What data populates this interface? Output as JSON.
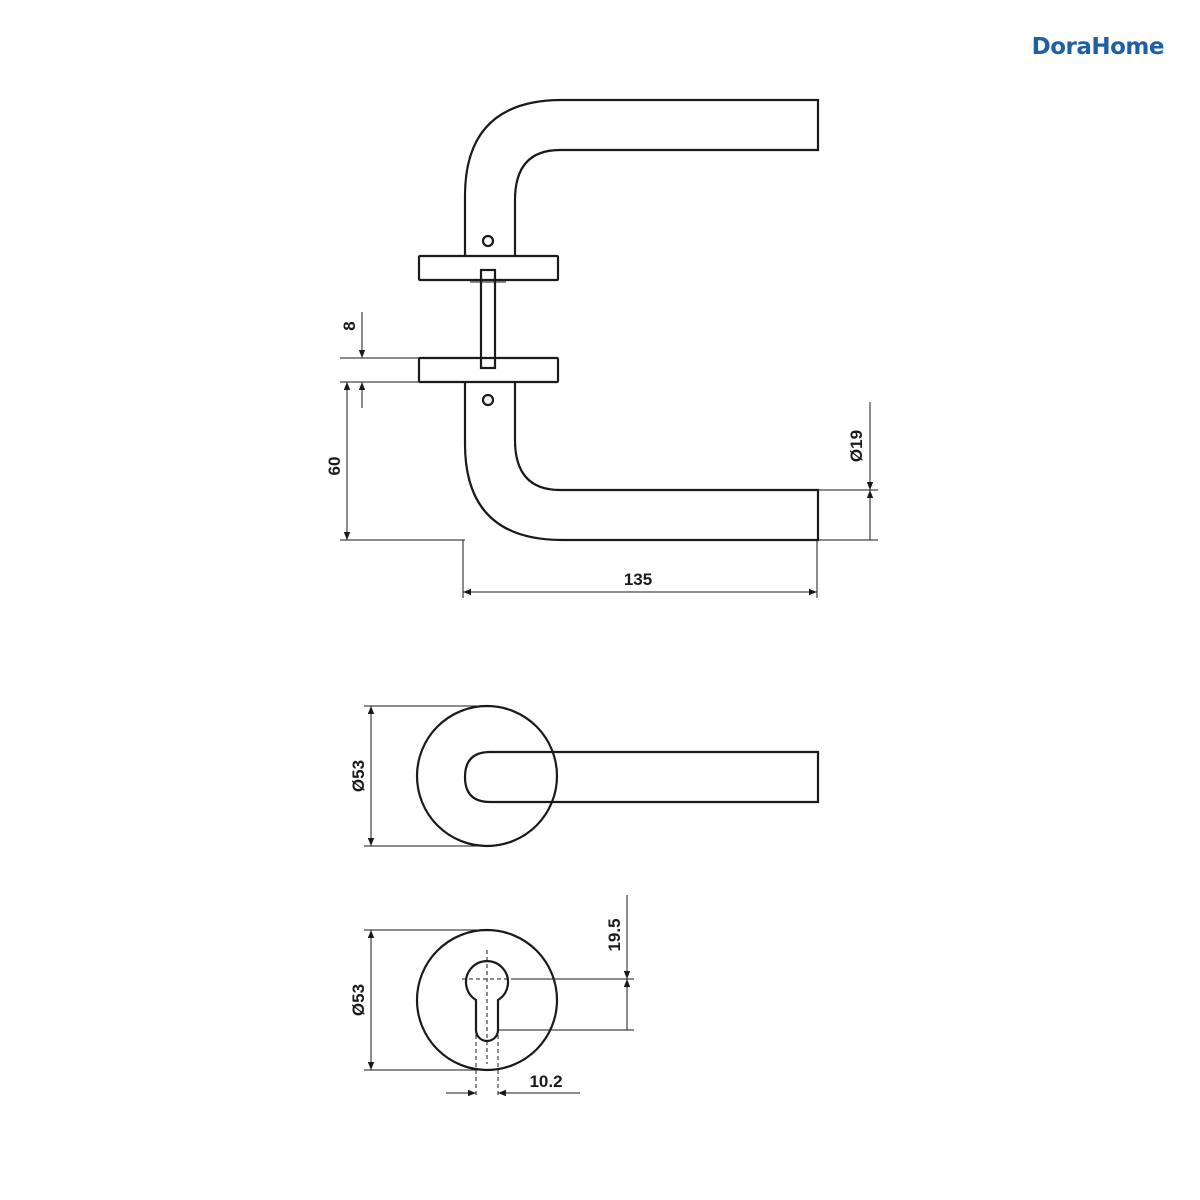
{
  "brand": {
    "logo_text": "DoraHome",
    "logo_color": "#1f5fa6"
  },
  "dimensions": {
    "rose_thickness": "8",
    "lever_height": "60",
    "lever_length": "135",
    "grip_diameter": "Ø19",
    "rose_diameter_top": "Ø53",
    "rose_diameter_bottom": "Ø53",
    "keyhole_offset": "19.5",
    "keyhole_width": "10.2"
  }
}
